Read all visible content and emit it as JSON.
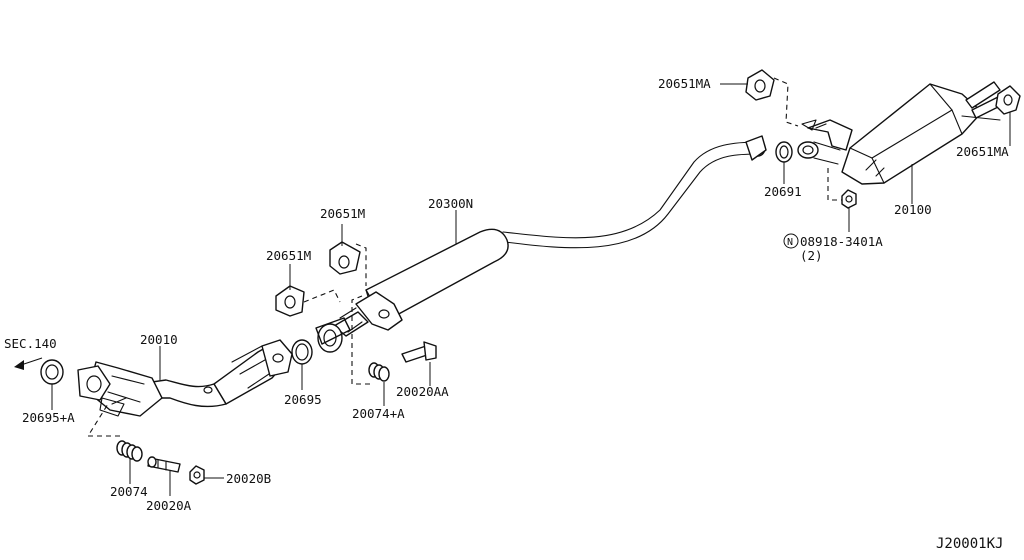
{
  "diagram": {
    "code": "J20001KJ",
    "labels": {
      "sec_140": "SEC.140",
      "p20695a": "20695+A",
      "p20010": "20010",
      "p20074": "20074",
      "p20020a": "20020A",
      "p20020b": "20020B",
      "p20695": "20695",
      "p20651m_upper": "20651M",
      "p20651m_lower": "20651M",
      "p20300n": "20300N",
      "p20074a": "20074+A",
      "p20020aa": "20020AA",
      "p20651ma_left": "20651MA",
      "p20651ma_right": "20651MA",
      "p20691": "20691",
      "p20100": "20100",
      "nut_symbol": "N",
      "nut_part": "08918-3401A",
      "nut_qty": "(2)"
    }
  }
}
